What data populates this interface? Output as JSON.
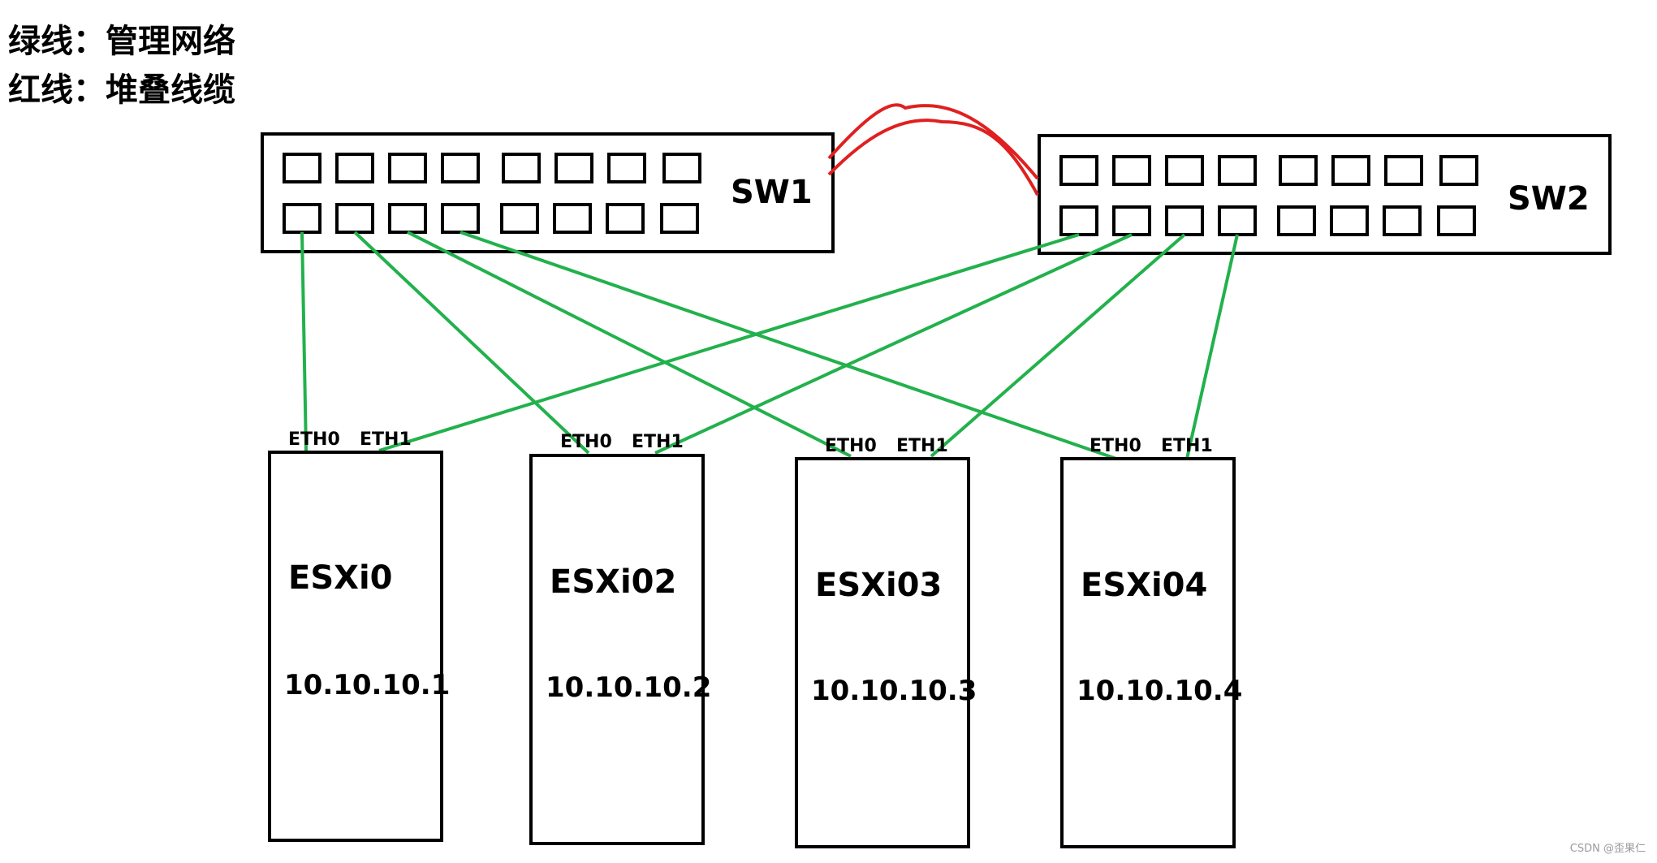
{
  "legend": {
    "green_line": "绿线：管理网络",
    "red_line": "红线：堆叠线缆"
  },
  "colors": {
    "management": "#22b14c",
    "stacking": "#e02020",
    "outline": "#000000"
  },
  "switches": [
    {
      "label": "SW1"
    },
    {
      "label": "SW2"
    }
  ],
  "hosts": [
    {
      "name": "ESXi0",
      "ip": "10.10.10.1",
      "eth0": "ETH0",
      "eth1": "ETH1"
    },
    {
      "name": "ESXi02",
      "ip": "10.10.10.2",
      "eth0": "ETH0",
      "eth1": "ETH1"
    },
    {
      "name": "ESXi03",
      "ip": "10.10.10.3",
      "eth0": "ETH0",
      "eth1": "ETH1"
    },
    {
      "name": "ESXi04",
      "ip": "10.10.10.4",
      "eth0": "ETH0",
      "eth1": "ETH1"
    }
  ],
  "watermark": "CSDN @歪果仁"
}
